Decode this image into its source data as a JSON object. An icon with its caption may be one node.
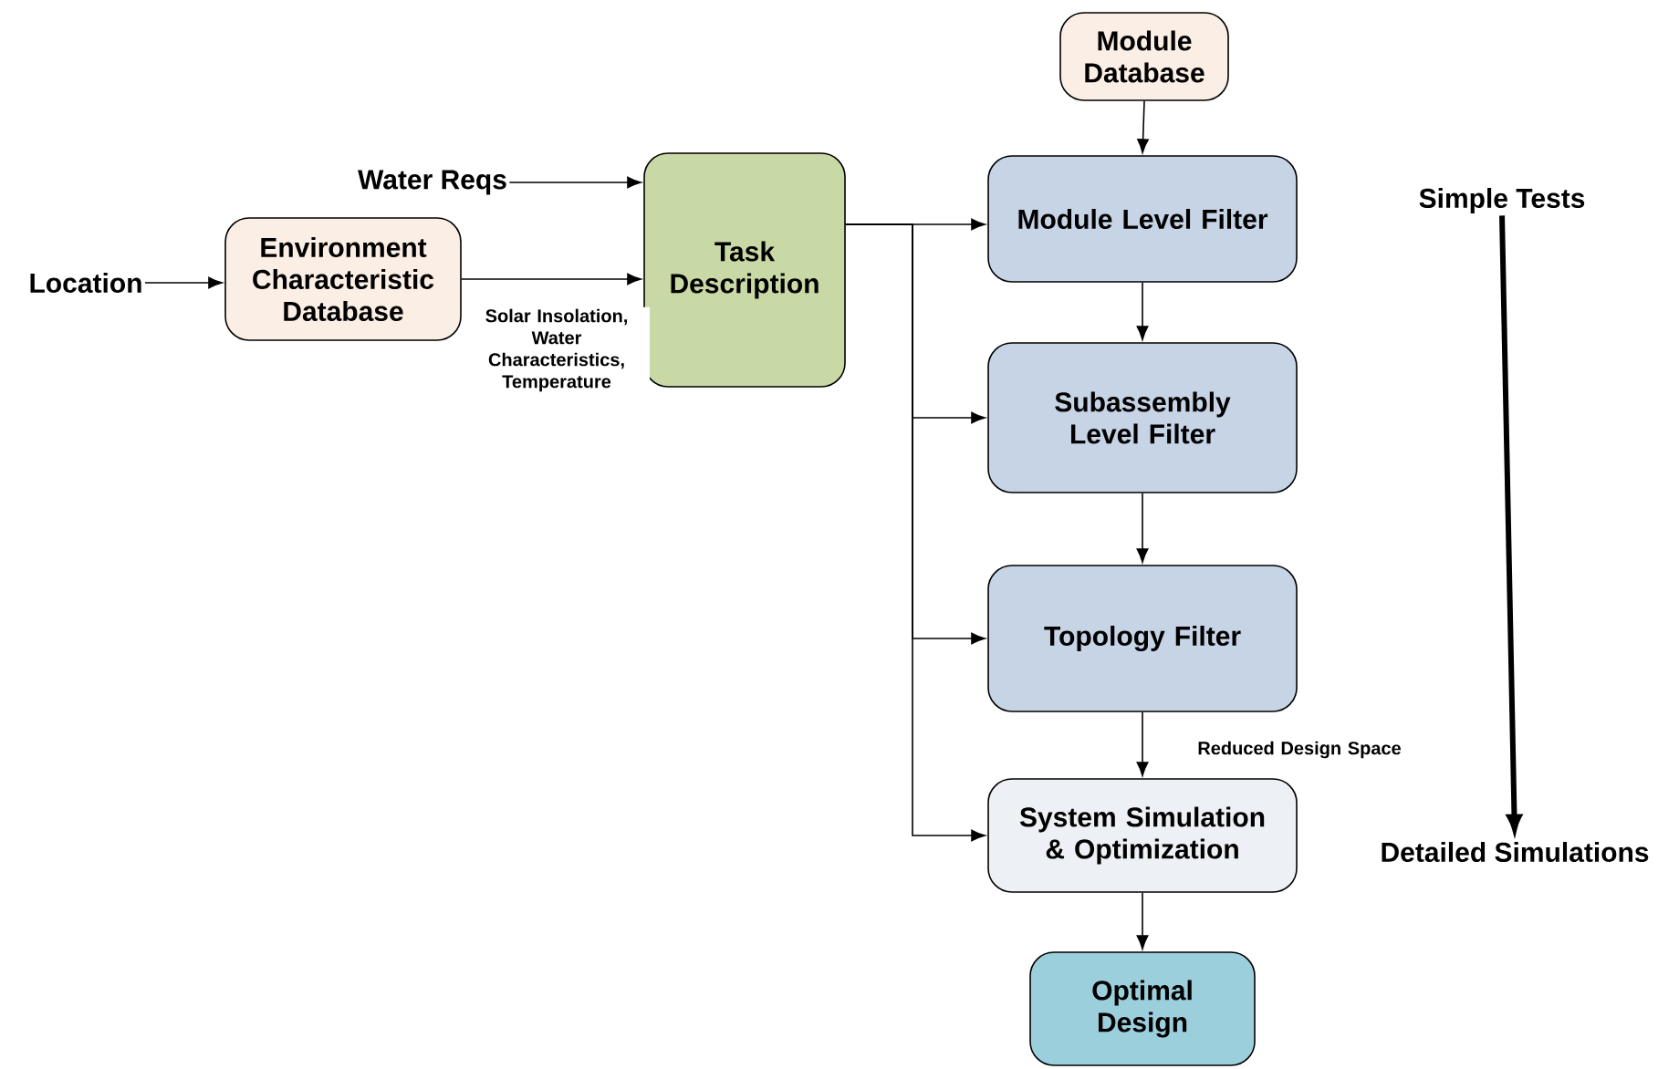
{
  "diagram": {
    "nodes": [
      {
        "text": [
          "Location"
        ]
      },
      {
        "text": [
          "Water Reqs"
        ]
      },
      {
        "text": [
          "Environment Characteristic Database"
        ]
      },
      {
        "text": [
          "Task Description"
        ]
      },
      {
        "text": [
          "Module Database"
        ]
      },
      {
        "text": [
          "Module Level Filter"
        ]
      },
      {
        "text": [
          "Subassembly Level Filter"
        ]
      },
      {
        "text": [
          "Topology Filter"
        ]
      },
      {
        "text": [
          "System Simulation & Optimization"
        ]
      },
      {
        "text": [
          "Optimal Design"
        ]
      },
      {
        "text": [
          "Simple Tests"
        ]
      },
      {
        "text": [
          "Detailed Simulations"
        ]
      }
    ],
    "edges": [
      {
        "from": 0,
        "to": 2,
        "arrow": "to"
      },
      {
        "from": 1,
        "to": 3,
        "arrow": "to"
      },
      {
        "from": 2,
        "to": 3,
        "arrow": "to",
        "label": "Solar Insolation, Water Characteristics, Temperature"
      },
      {
        "from": 3,
        "to": 5,
        "arrow": "to"
      },
      {
        "from": 3,
        "to": 6,
        "arrow": "to"
      },
      {
        "from": 3,
        "to": 7,
        "arrow": "to"
      },
      {
        "from": 3,
        "to": 8,
        "arrow": "to"
      },
      {
        "from": 4,
        "to": 5,
        "arrow": "to"
      },
      {
        "from": 5,
        "to": 6,
        "arrow": "to"
      },
      {
        "from": 6,
        "to": 7,
        "arrow": "to"
      },
      {
        "from": 7,
        "to": 8,
        "arrow": "to",
        "label": "Reduced Design Space"
      },
      {
        "from": 8,
        "to": 9,
        "arrow": "to"
      },
      {
        "from": 10,
        "to": 11,
        "arrow": "to",
        "style": "thick"
      }
    ]
  }
}
